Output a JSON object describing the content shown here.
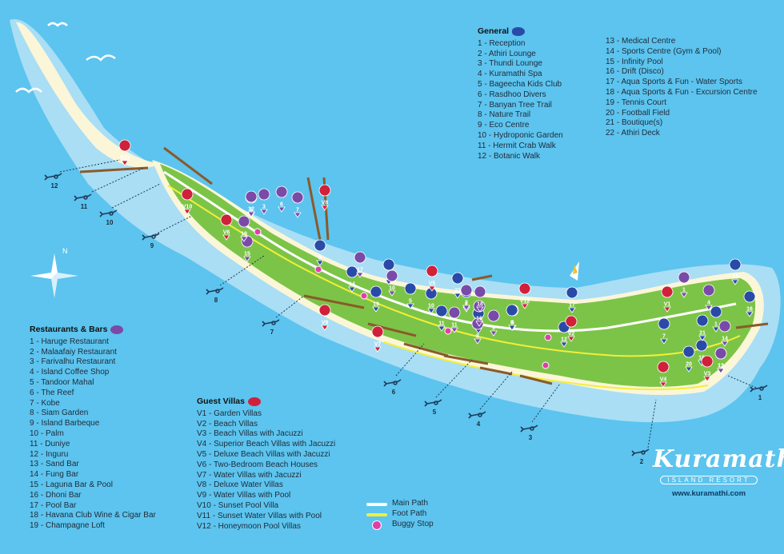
{
  "general": {
    "title": "General",
    "items": [
      "1 - Reception",
      "2 - Athiri Lounge",
      "3 - Thundi Lounge",
      "4 - Kuramathi Spa",
      "5 - Bageecha Kids Club",
      "6 - Rasdhoo Divers",
      "7 - Banyan Tree Trail",
      "8 - Nature Trail",
      "9 - Eco Centre",
      "10 - Hydroponic Garden",
      "11 - Hermit Crab Walk",
      "12 - Botanic Walk"
    ],
    "items2": [
      "13 - Medical Centre",
      "14 - Sports Centre (Gym & Pool)",
      "15 - Infinity Pool",
      "16 - Drift (Disco)",
      "17 - Aqua Sports & Fun - Water Sports",
      "18 - Aqua Sports & Fun - Excursion Centre",
      "19 - Tennis Court",
      "20 - Football Field",
      "21 - Boutique(s)",
      "22 - Athiri Deck"
    ]
  },
  "restaurants": {
    "title": "Restaurants & Bars",
    "items": [
      "1 - Haruge Restaurant",
      "2 - Malaafaiy Restaurant",
      "3 - Farivalhu Restaurant",
      "4 - Island Coffee Shop",
      "5 - Tandoor Mahal",
      "6 - The Reef",
      "7 - Kobe",
      "8 - Siam Garden",
      "9 - Island Barbeque",
      "10 - Palm",
      "11 - Duniye",
      "12 - Inguru",
      "13 - Sand Bar",
      "14 - Fung Bar",
      "15 - Laguna Bar & Pool",
      "16 - Dhoni Bar",
      "17 - Pool Bar",
      "18 - Havana Club Wine & Cigar Bar",
      "19 - Champagne Loft"
    ]
  },
  "villas": {
    "title": "Guest Villas",
    "items": [
      "V1 - Garden Villas",
      "V2 - Beach Villas",
      "V3 - Beach Villas with Jacuzzi",
      "V4 - Superior Beach Villas with Jacuzzi",
      "V5 - Deluxe Beach Villas with Jacuzzi",
      "V6 - Two-Bedroom Beach Houses",
      "V7 - Water Villas with Jacuzzi",
      "V8 - Deluxe Water Villas",
      "V9 - Water Villas with Pool",
      "V10 - Sunset Pool Villa",
      "V11 - Sunset Water Villas with Pool",
      "V12 - Honeymoon Pool Villas"
    ]
  },
  "path_legend": {
    "main": "Main Path",
    "foot": "Foot Path",
    "buggy": "Buggy Stop"
  },
  "logo": {
    "brand": "Kuramathi",
    "sub": "ISLAND RESORT",
    "url": "www.kuramathi.com"
  },
  "compass": {
    "north": "N"
  },
  "colors": {
    "sea": "#5cc4ee",
    "lagoon": "#a9def5",
    "sand": "#fbf6d8",
    "vegetation": "#7cc447",
    "main_path": "#ffffff",
    "foot_path": "#f2ef3a",
    "general_marker": "#2a4aa8",
    "restaurant_marker": "#7a4aa8",
    "villa_marker": "#d0203a",
    "buggy_stop": "#e03ea8"
  },
  "dive_sites": [
    "12",
    "11",
    "10",
    "9",
    "8",
    "7",
    "6",
    "5",
    "4",
    "3",
    "2",
    "1"
  ],
  "general_markers": [
    "1",
    "2",
    "3",
    "4",
    "5",
    "6",
    "7",
    "8",
    "9",
    "10",
    "11",
    "12",
    "13",
    "14",
    "15",
    "16",
    "17",
    "18",
    "19",
    "20",
    "21",
    "22"
  ],
  "restaurant_markers": [
    "1",
    "2",
    "3",
    "4",
    "5",
    "6",
    "7",
    "8",
    "9",
    "10",
    "11",
    "12",
    "13",
    "14",
    "15",
    "16",
    "17",
    "18",
    "19"
  ],
  "villa_markers": [
    "V1",
    "V2",
    "V3",
    "V4",
    "V5",
    "V6",
    "V7",
    "V8",
    "V9",
    "V10",
    "V11",
    "V12"
  ]
}
